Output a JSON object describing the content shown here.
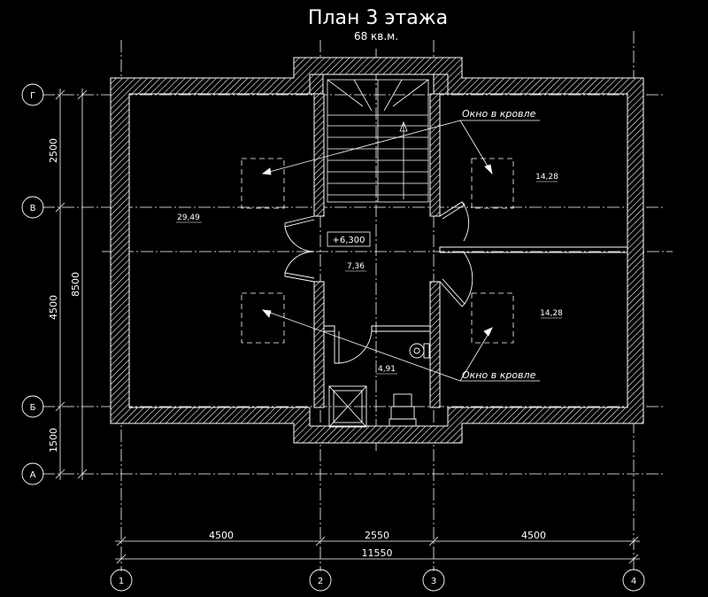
{
  "title": "План 3 этажа",
  "subtitle": "68 кв.м.",
  "level_mark": "+6,300",
  "rooms": {
    "left_room_area": "29,49",
    "hall_area": "7,36",
    "bathroom_area": "4,91",
    "right_top_area": "14,28",
    "right_bottom_area": "14,28"
  },
  "notes": {
    "roof_window_top": "Окно в кровле",
    "roof_window_bottom": "Окно в кровле"
  },
  "axes": {
    "rows": [
      "Г",
      "В",
      "Б",
      "А"
    ],
    "cols": [
      "1",
      "2",
      "3",
      "4"
    ]
  },
  "dimensions": {
    "vertical": [
      "2500",
      "4500",
      "1500"
    ],
    "vertical_total": "8500",
    "horizontal": [
      "4500",
      "2550",
      "4500"
    ],
    "horizontal_total": "11550"
  },
  "colors": {
    "background": "#000000",
    "lines": "#ffffff",
    "wall_fill": "#000000",
    "hatch": "#ffffff"
  }
}
